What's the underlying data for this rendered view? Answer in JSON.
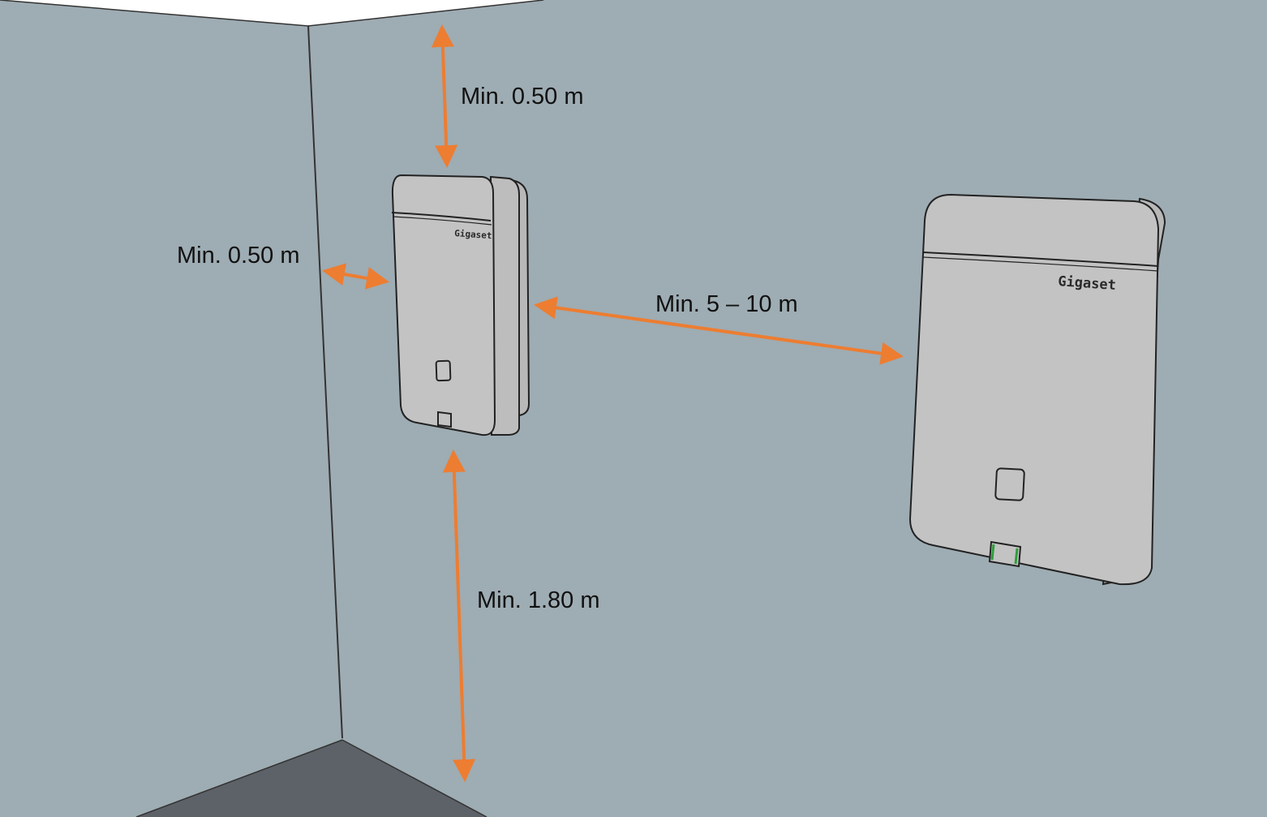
{
  "colors": {
    "wall": "#9eacb3",
    "side_wall": "#9eacb3",
    "ceiling": "#ffffff",
    "floor": "#5c6268",
    "device_face": "#c3c3c3",
    "device_edge": "#222222",
    "arrow": "#ed7d31",
    "label": "#111111",
    "led": "#2e9e3a"
  },
  "labels": {
    "top_clearance": "Min. 0.50 m",
    "side_clearance": "Min. 0.50 m",
    "distance_between": "Min. 5 – 10 m",
    "floor_clearance": "Min. 1.80 m"
  },
  "devices": {
    "near_unit": {
      "brand": "Gigaset"
    },
    "far_unit": {
      "brand": "Gigaset"
    }
  }
}
